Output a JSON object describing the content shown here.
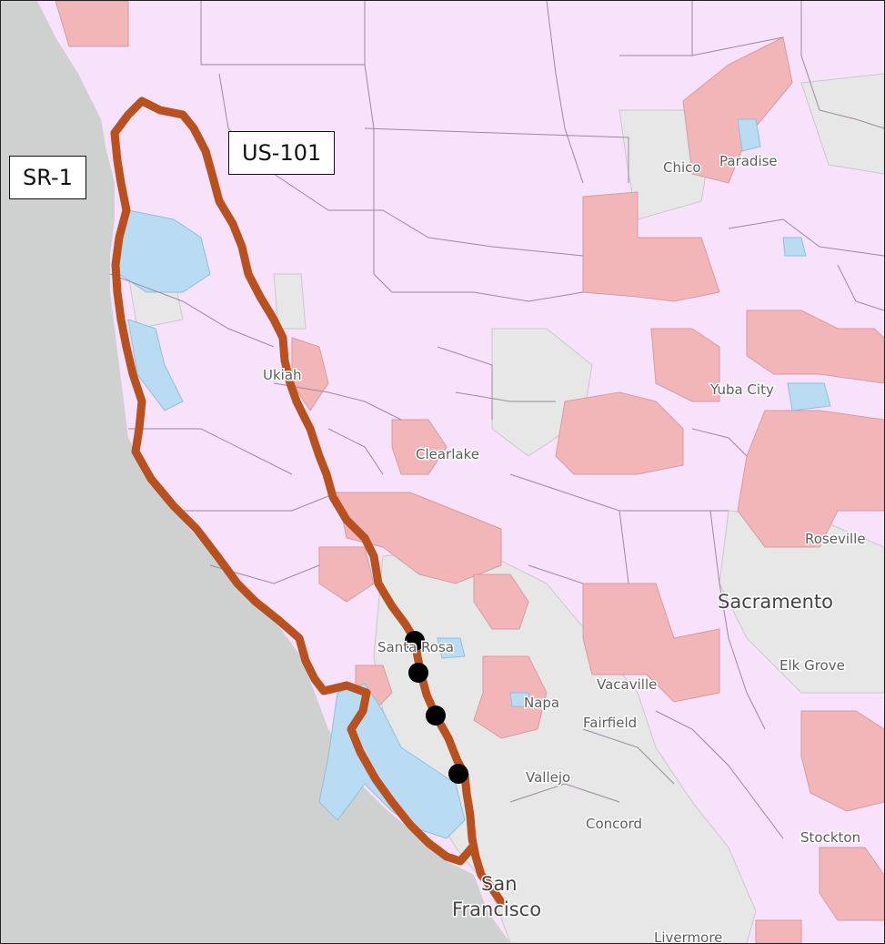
{
  "map": {
    "highways": [
      {
        "id": "sr1",
        "label": "SR-1"
      },
      {
        "id": "us101",
        "label": "US-101"
      }
    ],
    "cities": {
      "chico": "Chico",
      "paradise": "Paradise",
      "ukiah": "Ukiah",
      "yuba_city": "Yuba City",
      "clearlake": "Clearlake",
      "roseville": "Roseville",
      "sacramento": "Sacramento",
      "santa_rosa": "Santa Rosa",
      "elk_grove": "Elk Grove",
      "vacaville": "Vacaville",
      "napa": "Napa",
      "fairfield": "Fairfield",
      "vallejo": "Vallejo",
      "concord": "Concord",
      "stockton": "Stockton",
      "san": "San",
      "francisco": "Francisco",
      "livermore": "Livermore"
    },
    "colors": {
      "ocean": "#cfd0d0",
      "land": "#f7e1fb",
      "highlight_region": "#f2b5b8",
      "urban": "#e7e7e7",
      "water": "#b9dcf2",
      "boundary": "#9b8aa0",
      "route": "#b8511f",
      "marker": "#000000"
    },
    "route_markers": 4
  }
}
